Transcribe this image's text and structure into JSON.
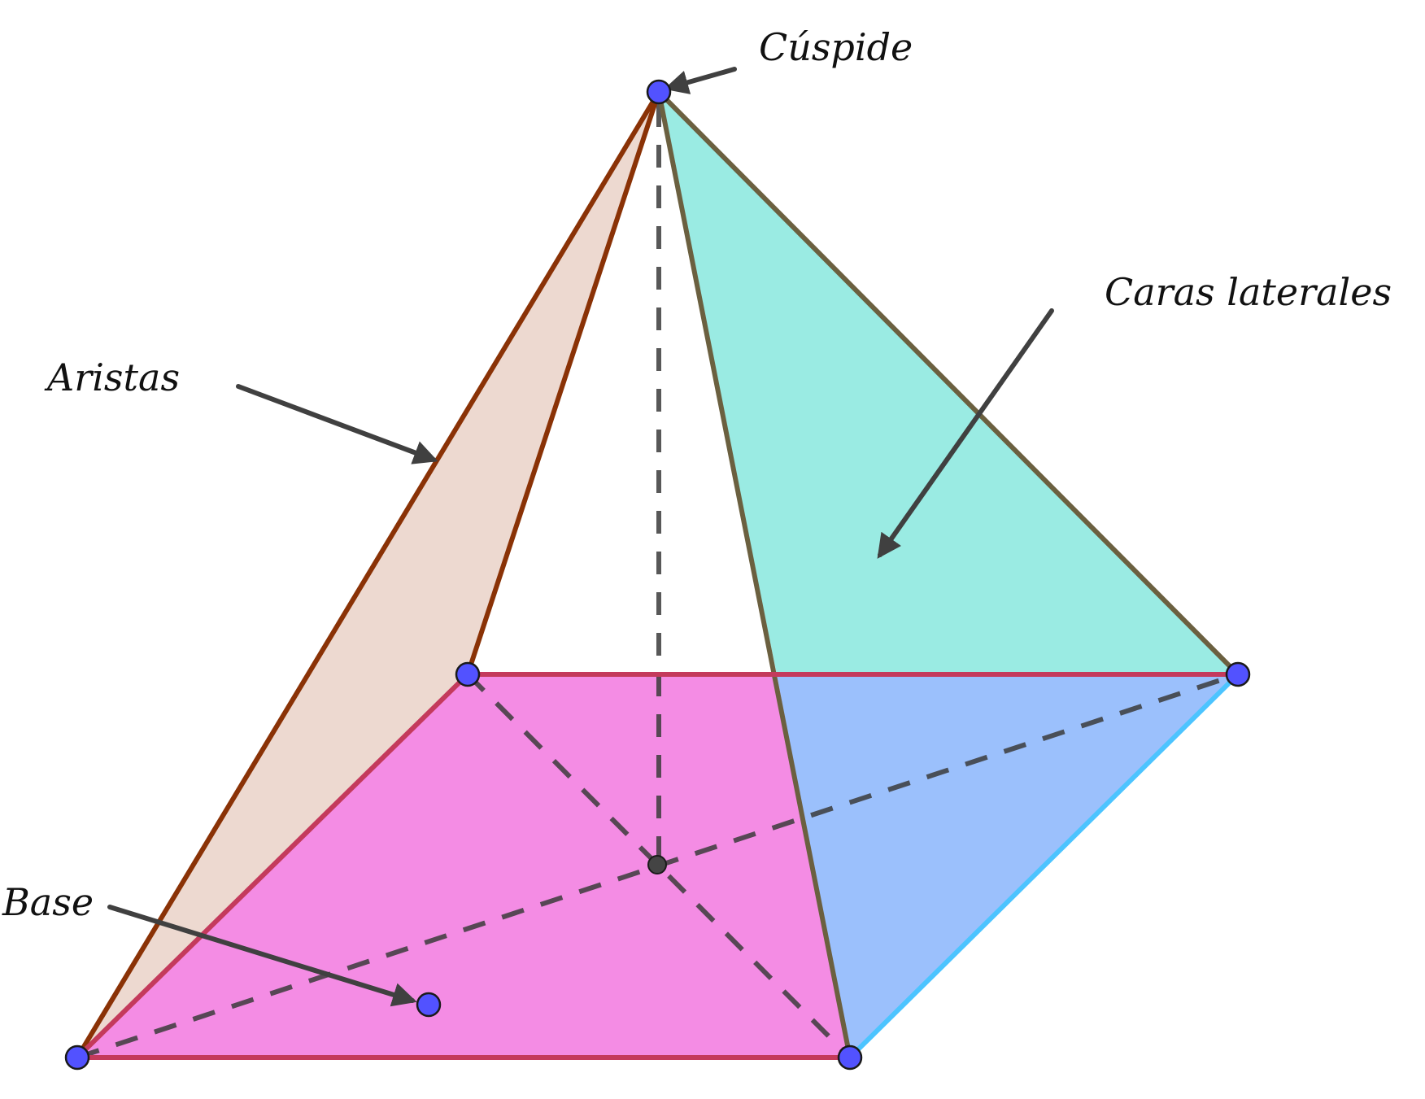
{
  "labels": {
    "apex": "Cúspide",
    "lateral_faces": "Caras laterales",
    "edges": "Aristas",
    "base": "Base"
  },
  "colors": {
    "left_face": "#edd9d0",
    "right_face": "#9aebe3",
    "base": "#f48ce4",
    "front_right_face": "#9bc0fc",
    "brown_edge": "#8a3206",
    "olive_edge": "#6b6040",
    "crimson_edge": "#c43a5c",
    "light_blue_edge": "#4cc4ff",
    "vertex": "#5252ff",
    "arrow": "#404040",
    "center_point": "#444444"
  }
}
